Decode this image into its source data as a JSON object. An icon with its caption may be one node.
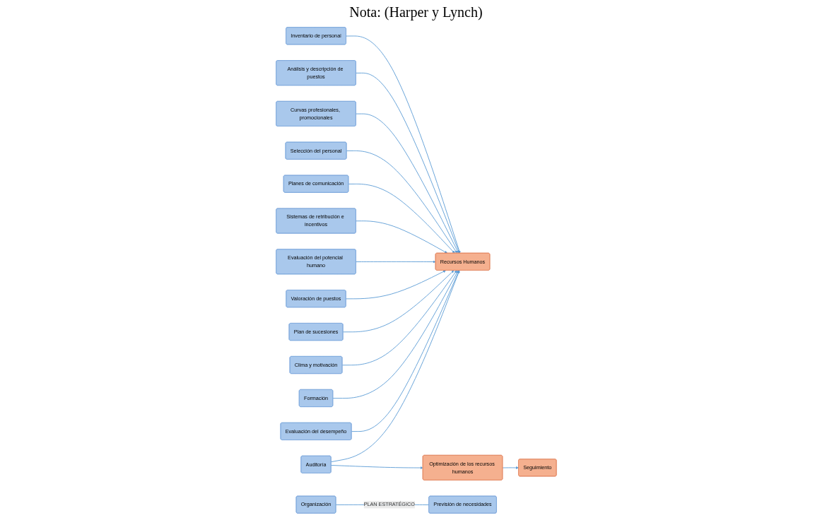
{
  "diagram": {
    "caption": "Nota: (Harper y Lynch)",
    "nodes": [
      {
        "text": [
          "Recursos Humanos"
        ]
      },
      {
        "text": [
          "Inventario de personal"
        ]
      },
      {
        "text": [
          "Análisis y descripción de puestos"
        ]
      },
      {
        "text": [
          "Curvas profesionales, promocionales"
        ]
      },
      {
        "text": [
          "Selección del personal"
        ]
      },
      {
        "text": [
          "Planes de comunicación"
        ]
      },
      {
        "text": [
          "Sistemas de retribución e incentivos"
        ]
      },
      {
        "text": [
          "Evaluación del potencial humano"
        ]
      },
      {
        "text": [
          "Valoración de puestos"
        ]
      },
      {
        "text": [
          "Plan de sucesiones"
        ]
      },
      {
        "text": [
          "Clima y motivación"
        ]
      },
      {
        "text": [
          "Formación"
        ]
      },
      {
        "text": [
          "Evaluación del desempeño"
        ]
      },
      {
        "text": [
          "Auditoría"
        ]
      },
      {
        "text": [
          "Optimización de los recursos humanos"
        ]
      },
      {
        "text": [
          "Seguimiento"
        ]
      },
      {
        "text": [
          "Organización"
        ]
      },
      {
        "text": [
          "Previsión de necesidades"
        ]
      }
    ],
    "edges": [
      {
        "from": 1,
        "to": 0,
        "arrow": "to"
      },
      {
        "from": 2,
        "to": 0,
        "arrow": "to"
      },
      {
        "from": 3,
        "to": 0,
        "arrow": "to"
      },
      {
        "from": 4,
        "to": 0,
        "arrow": "to"
      },
      {
        "from": 5,
        "to": 0,
        "arrow": "to"
      },
      {
        "from": 6,
        "to": 0,
        "arrow": "to"
      },
      {
        "from": 7,
        "to": 0,
        "arrow": "to"
      },
      {
        "from": 8,
        "to": 0,
        "arrow": "to"
      },
      {
        "from": 9,
        "to": 0,
        "arrow": "to"
      },
      {
        "from": 10,
        "to": 0,
        "arrow": "to"
      },
      {
        "from": 11,
        "to": 0,
        "arrow": "to"
      },
      {
        "from": 12,
        "to": 0,
        "arrow": "to"
      },
      {
        "from": 13,
        "to": 0,
        "arrow": "to"
      },
      {
        "from": 13,
        "to": 14,
        "arrow": "to"
      },
      {
        "from": 14,
        "to": 15,
        "arrow": "to"
      },
      {
        "from": 16,
        "to": 17,
        "arrow": "none",
        "label": "PLAN ESTRATÉGICO"
      }
    ]
  }
}
